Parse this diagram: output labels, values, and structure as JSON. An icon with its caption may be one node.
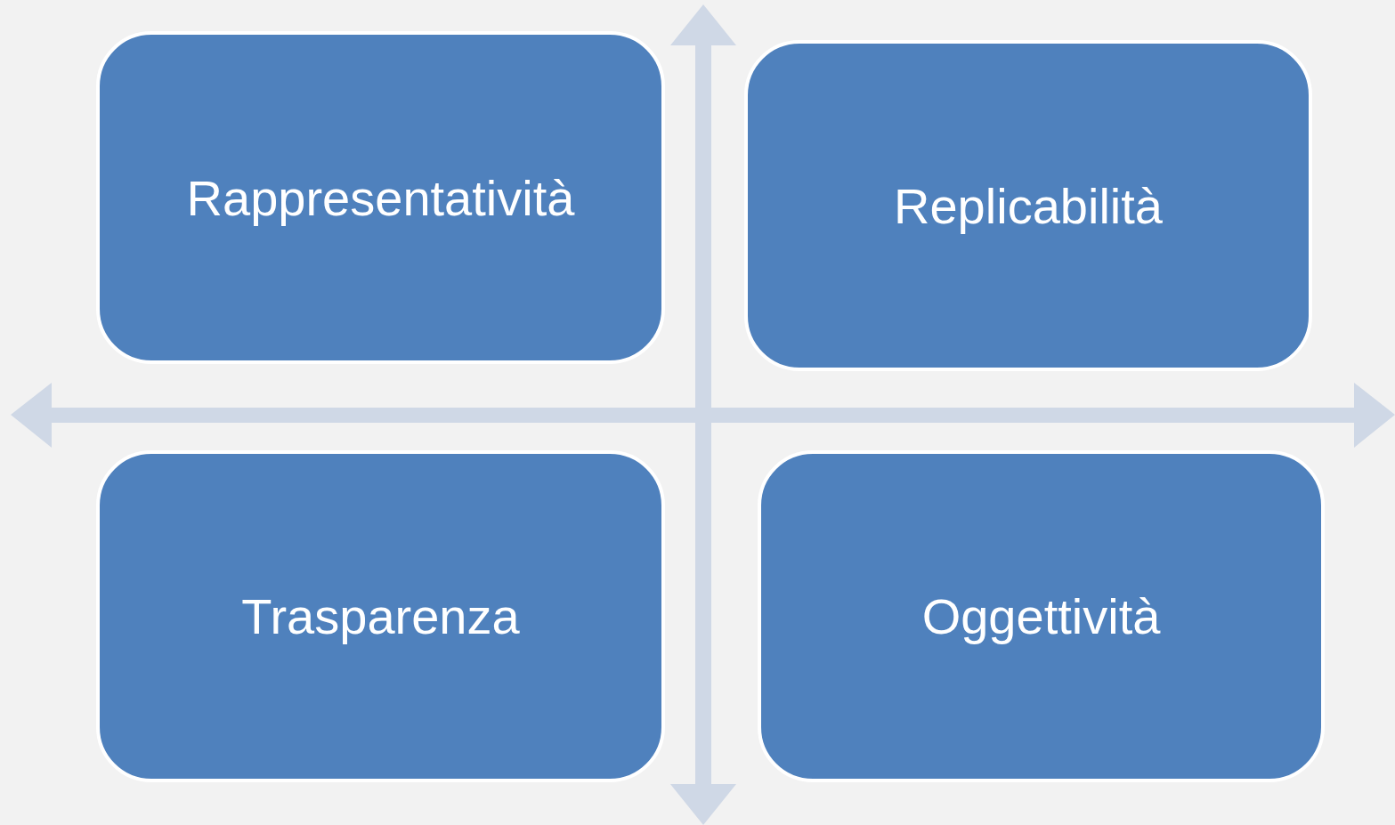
{
  "diagram": {
    "nodes": [
      {
        "text": [
          "Rappresentatività"
        ]
      },
      {
        "text": [
          "Replicabilità"
        ]
      },
      {
        "text": [
          "Trasparenza"
        ]
      },
      {
        "text": [
          "Oggettività"
        ]
      }
    ]
  }
}
